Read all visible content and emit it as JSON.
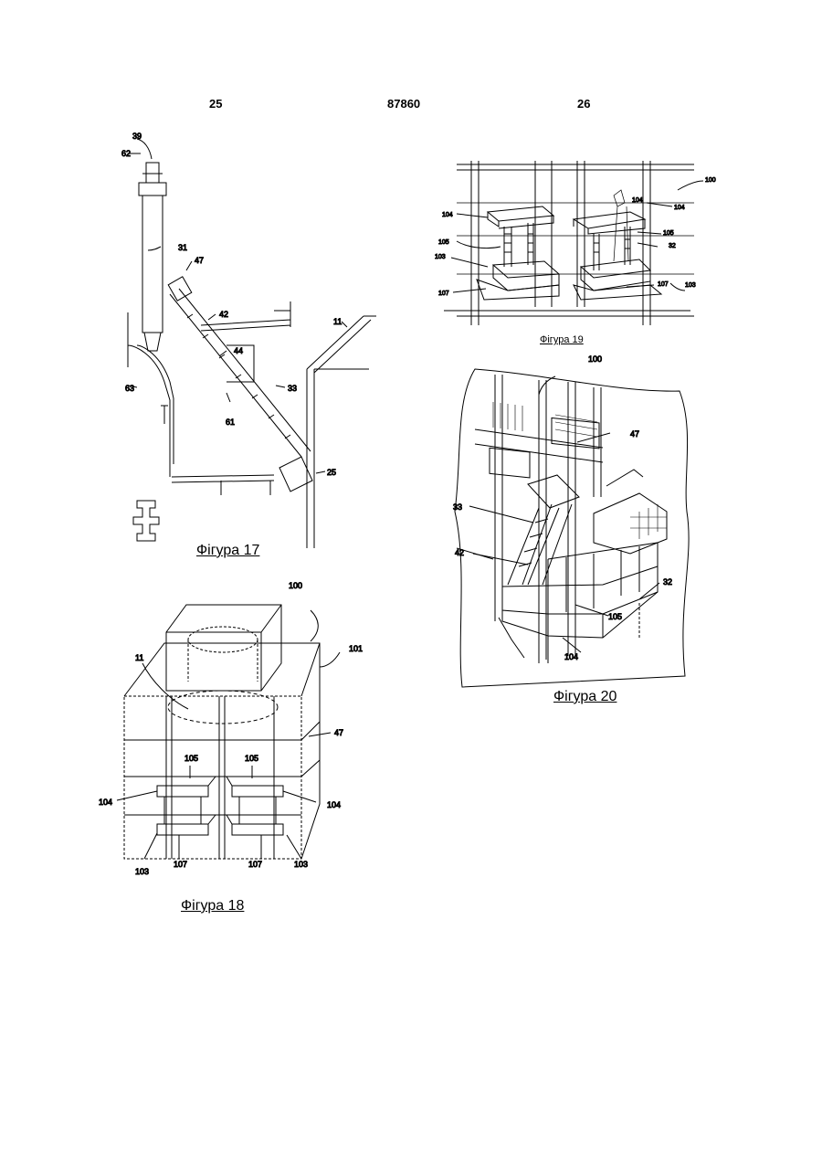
{
  "header": {
    "left_page": "25",
    "patent_number": "87860",
    "right_page": "26"
  },
  "figures": {
    "fig17": {
      "caption": "Фігура 17",
      "labels": [
        "39",
        "62",
        "31",
        "47",
        "42",
        "44",
        "33",
        "61",
        "63",
        "11",
        "25"
      ]
    },
    "fig18": {
      "caption": "Фігура 18",
      "labels": [
        "100",
        "101",
        "11",
        "47",
        "105",
        "105",
        "104",
        "104",
        "103",
        "107",
        "107",
        "103"
      ]
    },
    "fig19": {
      "caption": "Фігура 19",
      "labels": [
        "100",
        "104",
        "104",
        "104",
        "105",
        "105",
        "32",
        "103",
        "103",
        "107",
        "107"
      ]
    },
    "fig20": {
      "caption": "Фігура 20",
      "labels": [
        "100",
        "47",
        "33",
        "42",
        "32",
        "105",
        "104"
      ]
    }
  }
}
